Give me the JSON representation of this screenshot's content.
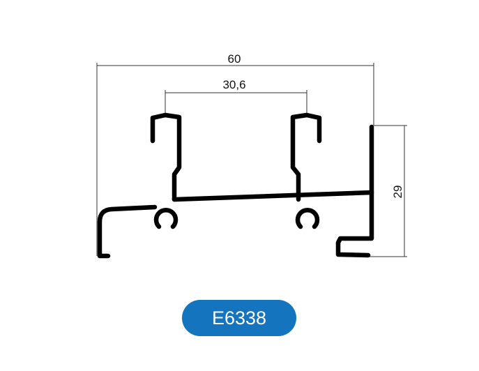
{
  "dimensions": {
    "overall_width": "60",
    "track_spacing": "30,6",
    "height": "29"
  },
  "product": {
    "code": "E6338",
    "badge_color": "#1474be"
  }
}
